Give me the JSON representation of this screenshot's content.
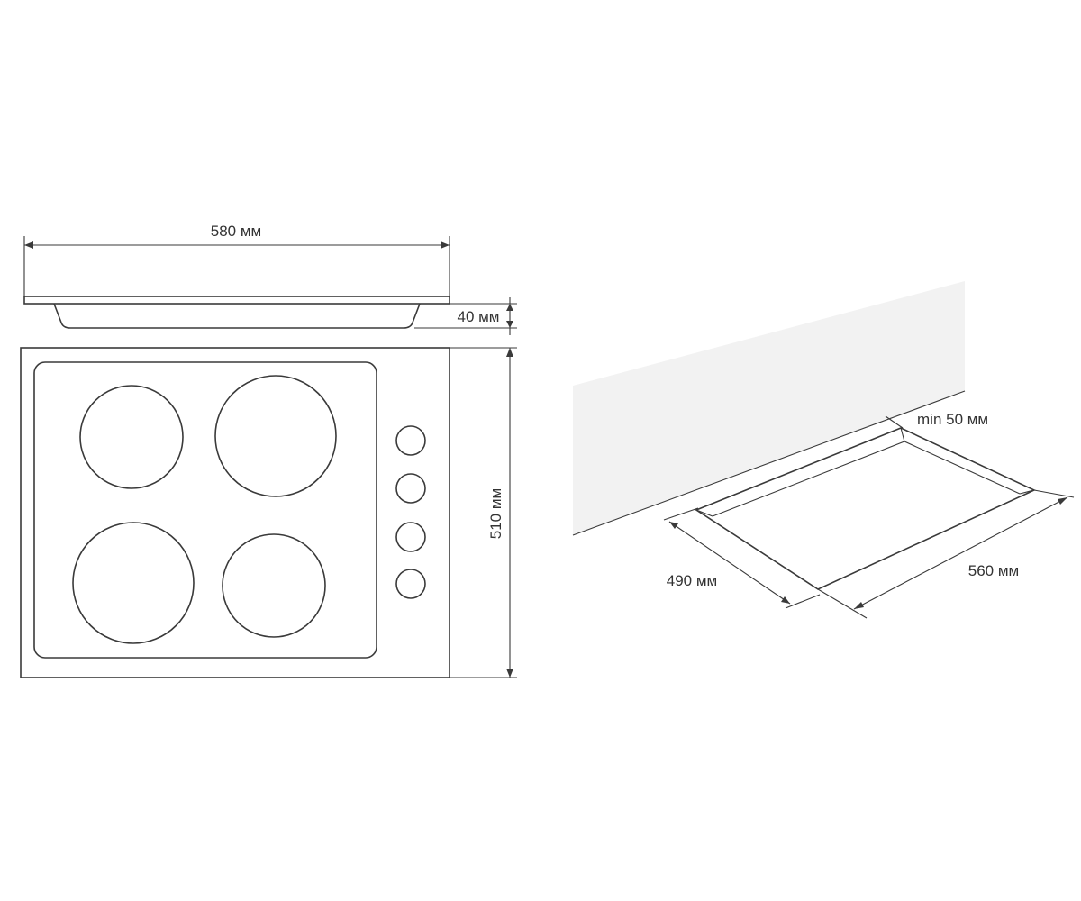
{
  "diagram": {
    "colors": {
      "stroke": "#3a3a3a",
      "wall": "#f2f2f2",
      "text": "#333333"
    },
    "labels": {
      "width_top": "580 мм",
      "depth_side": "40 мм",
      "height_side": "510 мм",
      "min_gap": "min 50 мм",
      "cutout_depth": "490 мм",
      "cutout_width": "560 мм"
    }
  }
}
